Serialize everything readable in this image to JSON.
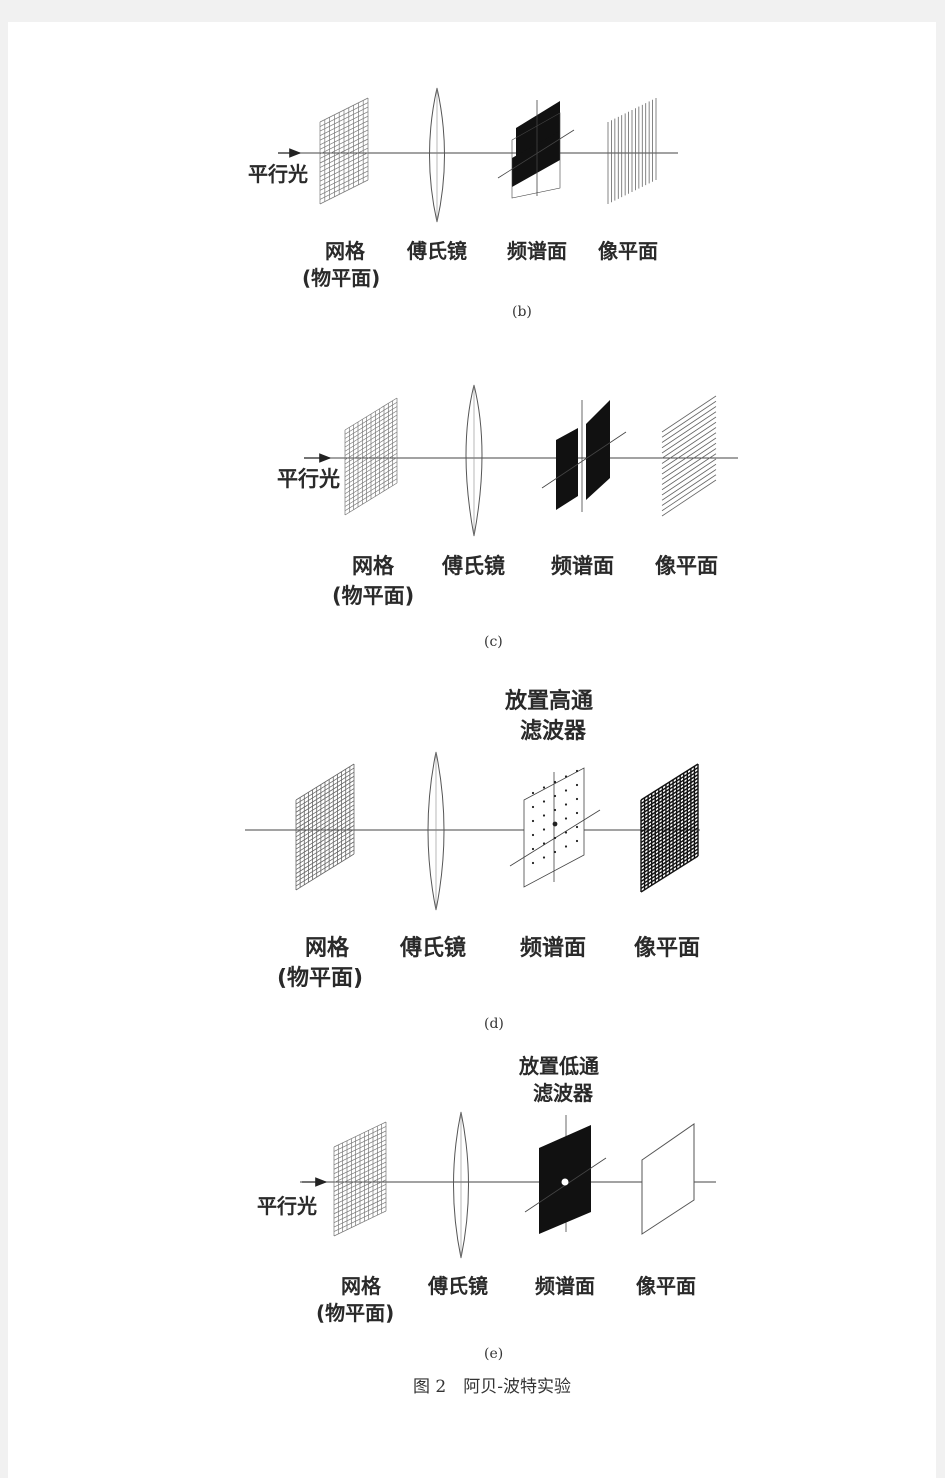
{
  "figures": {
    "b": {
      "input": "平行光",
      "labels": [
        "网格",
        "(物平面)",
        "傅氏镜",
        "频谱面",
        "像平面"
      ],
      "caption": "(b)"
    },
    "c": {
      "input": "平行光",
      "labels": [
        "网格",
        "(物平面)",
        "傅氏镜",
        "频谱面",
        "像平面"
      ],
      "caption": "(c)"
    },
    "d": {
      "filter": [
        "放置高通",
        "滤波器"
      ],
      "labels": [
        "网格",
        "(物平面)",
        "傅氏镜",
        "频谱面",
        "像平面"
      ],
      "caption": "(d)"
    },
    "e": {
      "input": "平行光",
      "filter": [
        "放置低通",
        "滤波器"
      ],
      "labels": [
        "网格",
        "(物平面)",
        "傅氏镜",
        "频谱面",
        "像平面"
      ],
      "caption": "(e)"
    }
  },
  "figure_title": "图 2　阿贝-波特实验"
}
